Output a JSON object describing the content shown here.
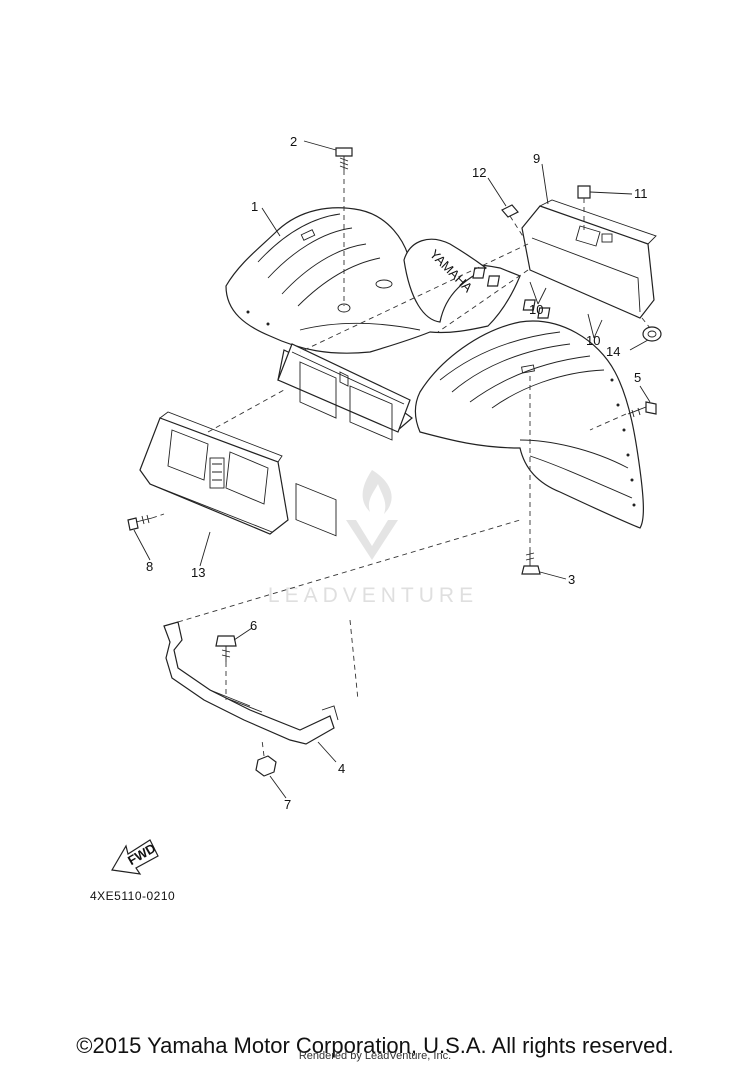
{
  "diagram": {
    "callouts": [
      "1",
      "2",
      "3",
      "4",
      "5",
      "6",
      "7",
      "8",
      "9",
      "10",
      "10",
      "11",
      "12",
      "13",
      "14"
    ],
    "brand_mark": "YAMAHA",
    "fwd_label": "FWD",
    "part_code": "4XE5110-0210"
  },
  "watermark": {
    "text": "LEADVENTURE"
  },
  "footer": {
    "copyright": "©2015 Yamaha Motor Corporation, U.S.A. All rights reserved.",
    "rendered_by": "Rendered by LeadVenture, Inc."
  }
}
